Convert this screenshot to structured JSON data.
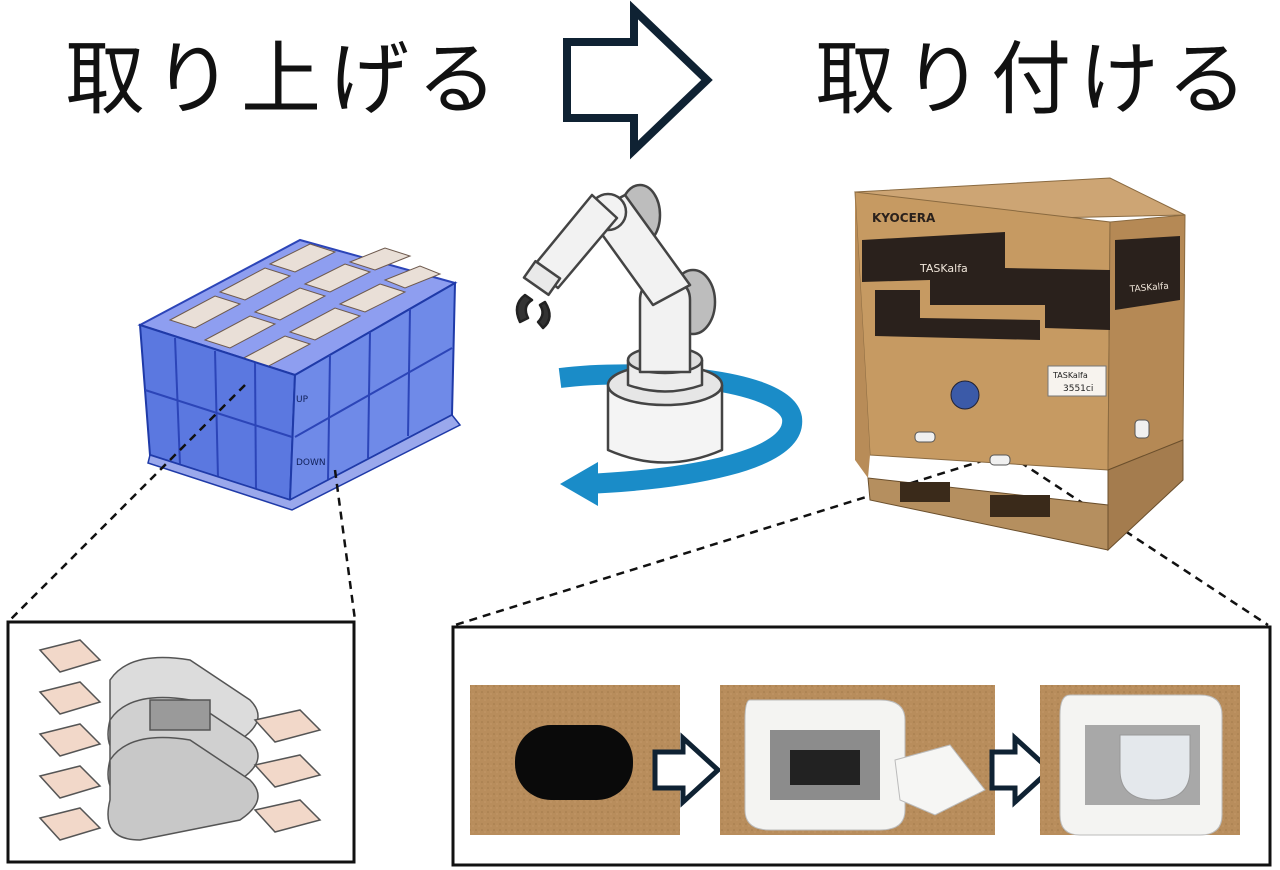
{
  "titles": {
    "pick_up": "取り上げる",
    "attach": "取り付ける"
  },
  "box_labels": {
    "brand": "KYOCERA",
    "product": "TASKalfa",
    "side_brand": "TASKalfa",
    "model_line1": "TASKalfa",
    "model_line2": "3551ci"
  },
  "crate_labels": {
    "up": "UP",
    "down": "DOWN"
  },
  "colors": {
    "arrow_outline": "#0f2233",
    "rotation_arrow": "#1a8cc8",
    "crate_blue": "#5b78e0",
    "cardboard": "#c69a62",
    "box_print": "#2a211c"
  }
}
